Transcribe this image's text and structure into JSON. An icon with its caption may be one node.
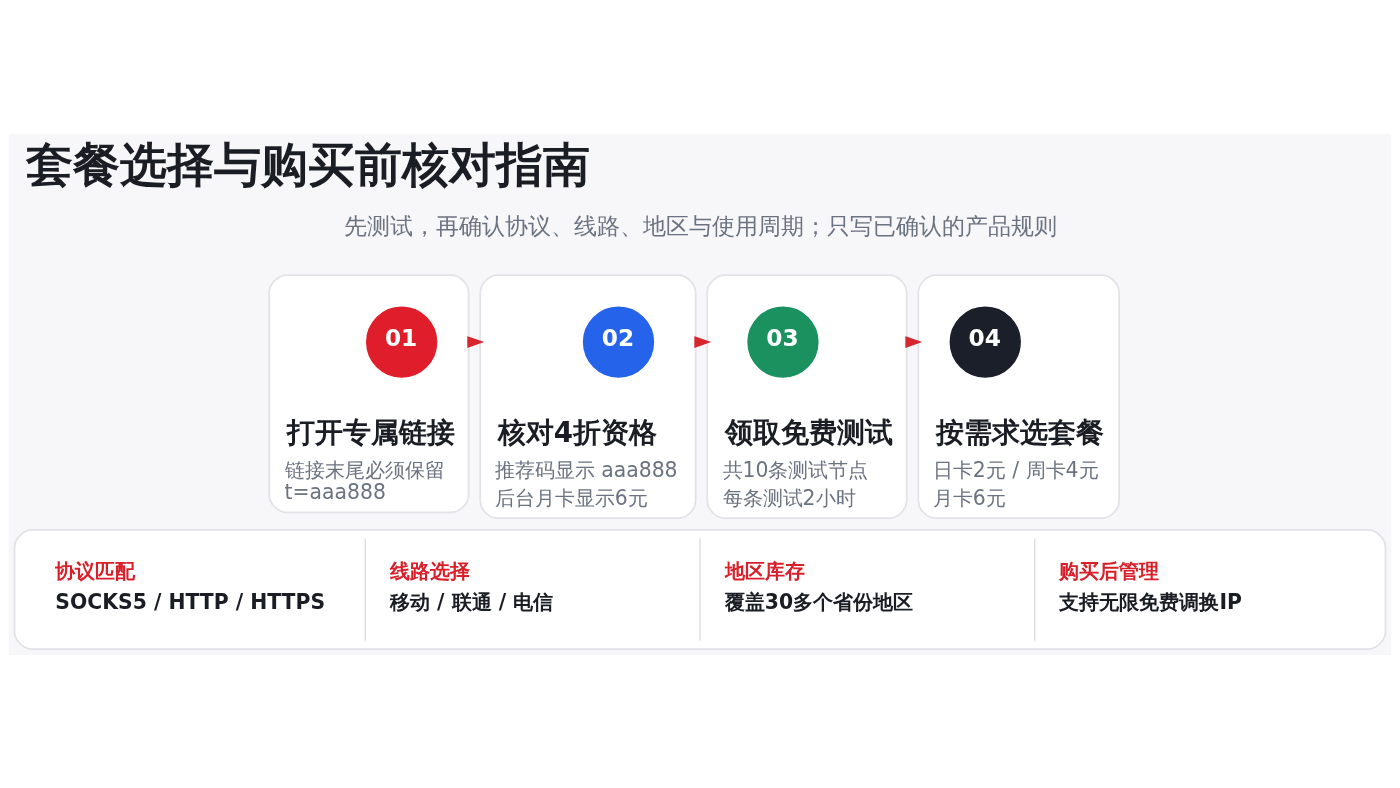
{
  "diagram": {
    "title": "套餐选择与购买前核对指南",
    "nodes": [
      {
        "text": [
          "打开专属链接",
          "链接末尾必须保留 t=aaa888"
        ]
      },
      {
        "text": [
          "01"
        ],
        "in": 0
      },
      {
        "text": [
          "核对4折资格",
          "推荐码显示 aaa888",
          "后台月卡显示6元"
        ]
      },
      {
        "text": [
          "02"
        ],
        "in": 2
      },
      {
        "text": [
          "领取免费测试",
          "共10条测试节点",
          "每条测试2小时"
        ]
      },
      {
        "text": [
          "03"
        ],
        "in": 4
      },
      {
        "text": [
          "按需求选套餐",
          "日卡2元 / 周卡4元",
          "月卡6元"
        ]
      },
      {
        "text": [
          "04"
        ],
        "in": 6
      },
      {
        "text": [
          "协议匹配",
          "SOCKS5 / HTTP / HTTPS",
          "线路选择",
          "移动 / 联通 / 电信",
          "地区库存",
          "覆盖30多个省份地区",
          "购买后管理",
          "支持无限免费调换IP"
        ]
      }
    ],
    "edges": [
      {
        "from": 0,
        "to": 2,
        "arrow": "to"
      },
      {
        "from": 2,
        "to": 4,
        "arrow": "to"
      },
      {
        "from": 4,
        "to": 6,
        "arrow": "to"
      }
    ],
    "labels": [
      "先测试，再确认协议、线路、地区与使用周期；只写已确认的产品规则"
    ]
  }
}
